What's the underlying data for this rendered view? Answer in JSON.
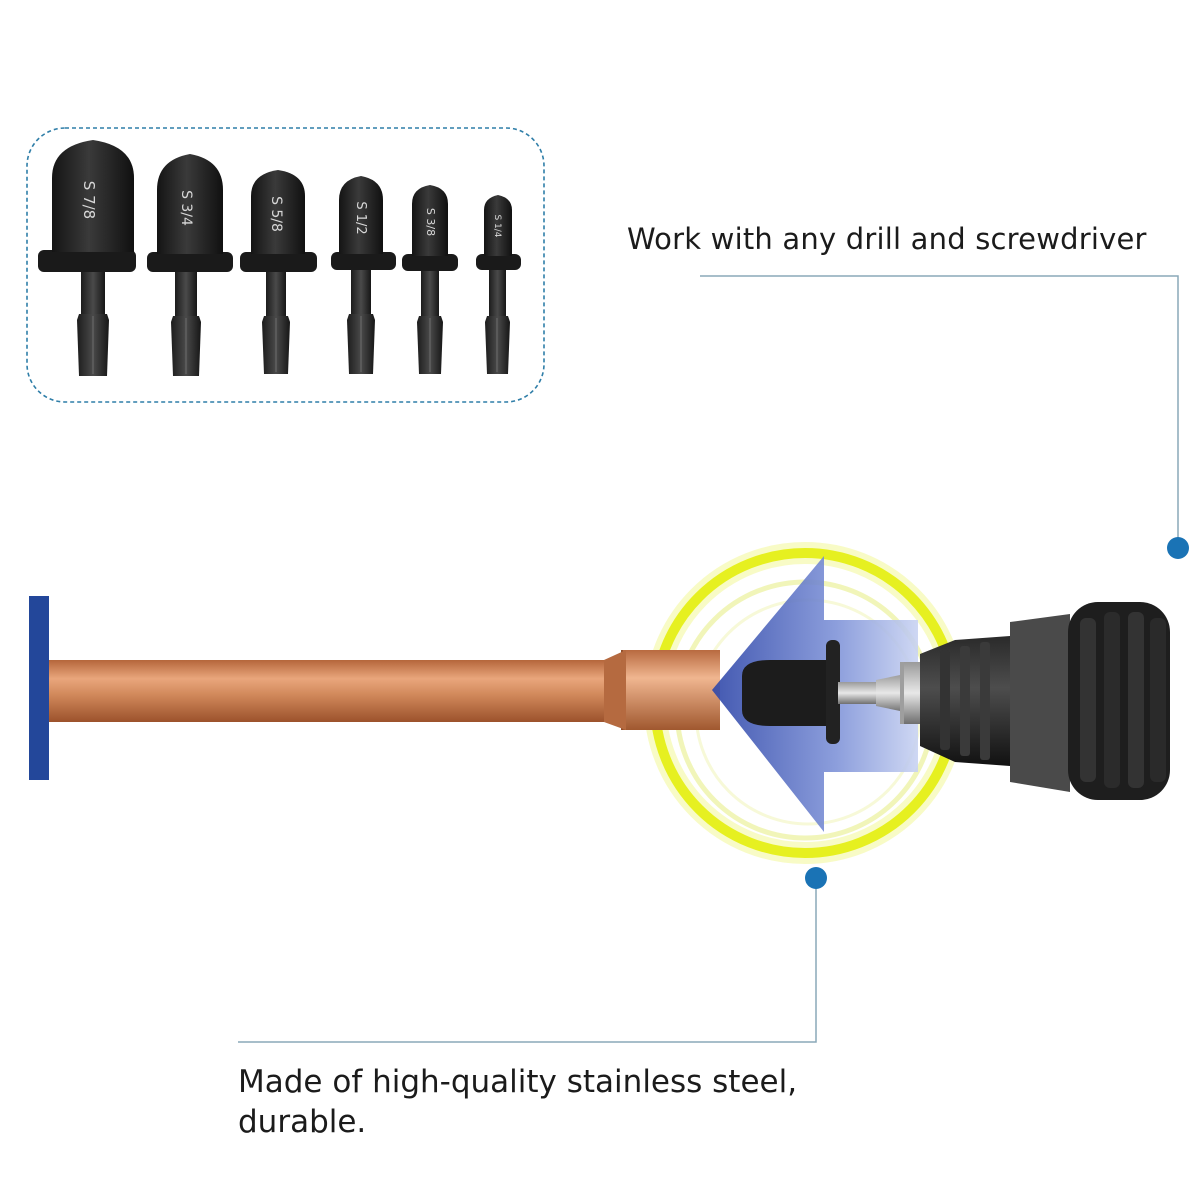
{
  "bits": [
    {
      "label": "S 7/8"
    },
    {
      "label": "S 3/4"
    },
    {
      "label": "S 5/8"
    },
    {
      "label": "S 1/2"
    },
    {
      "label": "S 3/8"
    },
    {
      "label": "S 1/4"
    }
  ],
  "callouts": {
    "drill": "Work with any drill and screwdriver",
    "material_line1": "Made of high-quality stainless steel,",
    "material_line2": "durable."
  },
  "colors": {
    "accent": "#1a73b5",
    "frame_dash": "#2f7ea8",
    "pipe": "#c77a4e",
    "clamp": "#23479a",
    "glow": "#e6f020",
    "arrow": "#3e57b8"
  }
}
